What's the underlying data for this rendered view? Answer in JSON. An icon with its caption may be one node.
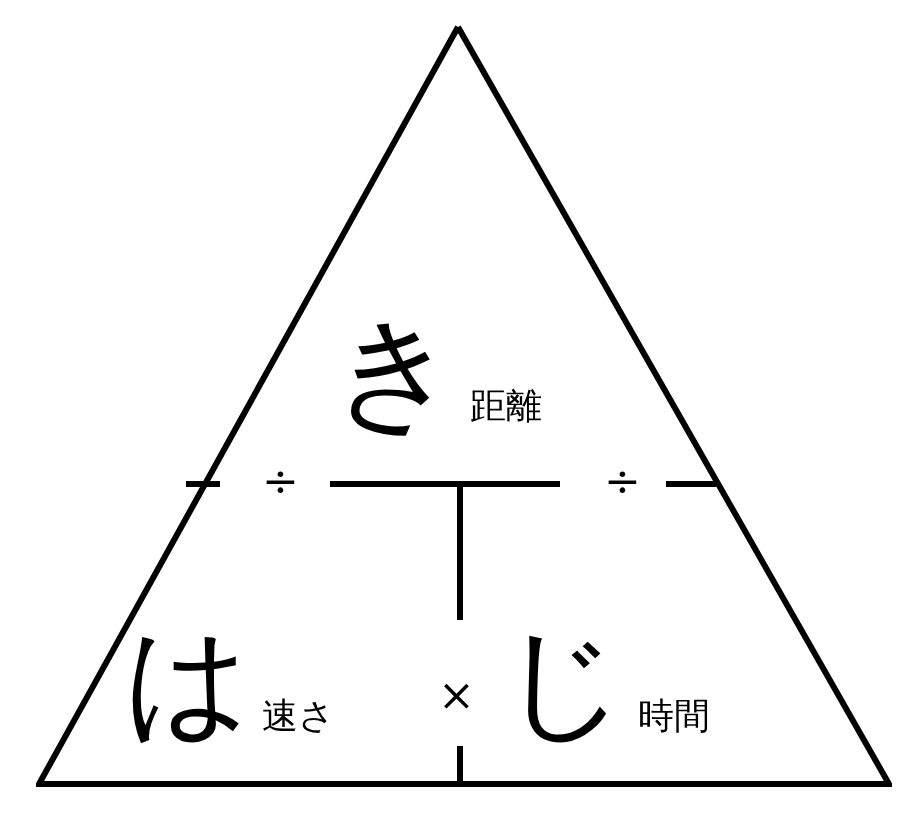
{
  "diagram": {
    "nodes": [
      {
        "text": [],
        "shape": "triangle"
      },
      {
        "text": [
          "き"
        ],
        "beside": [
          "距離"
        ],
        "in": 0
      },
      {
        "text": [
          "は"
        ],
        "beside": [
          "速さ"
        ],
        "in": 0
      },
      {
        "text": [
          "じ"
        ],
        "beside": [
          "時間"
        ],
        "in": 0
      }
    ],
    "labels": [
      "÷",
      "÷",
      "×"
    ]
  }
}
